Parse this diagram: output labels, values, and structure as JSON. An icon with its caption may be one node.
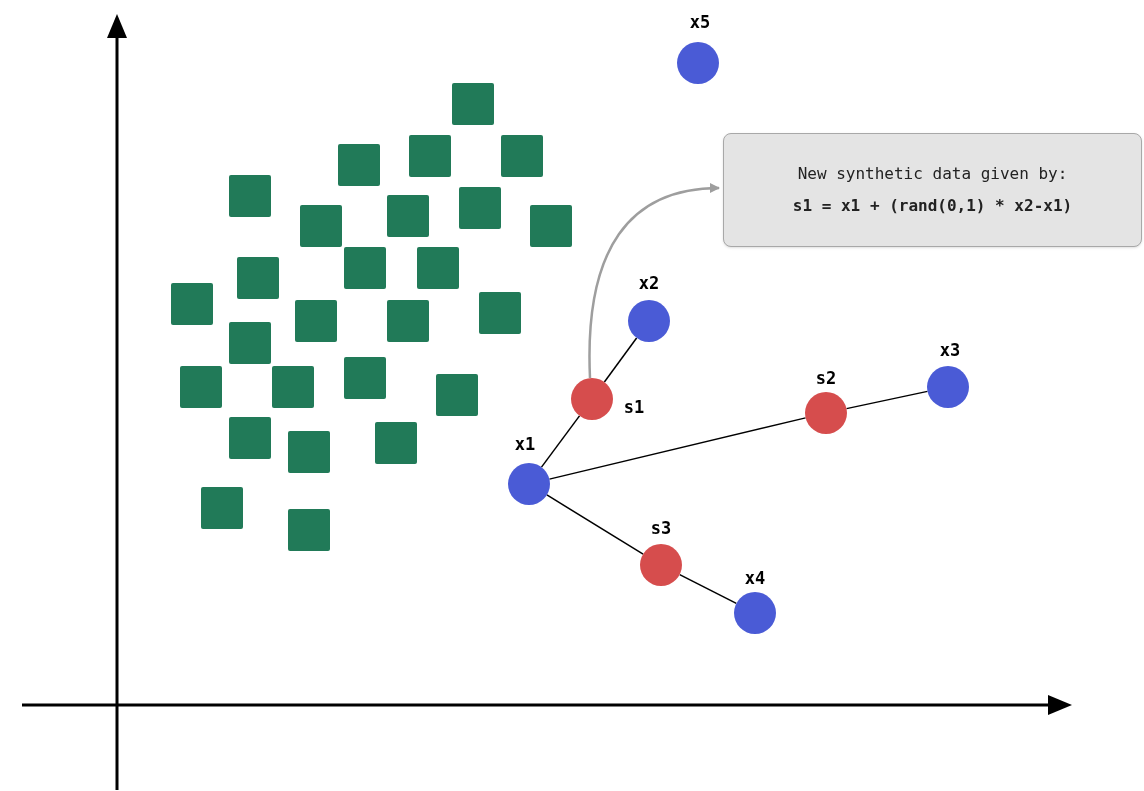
{
  "diagram": {
    "nodes": [
      {
        "text": [],
        "shape": "circle",
        "beside": [
          "x1"
        ]
      },
      {
        "text": [],
        "shape": "circle",
        "beside": [
          "x2"
        ]
      },
      {
        "text": [],
        "shape": "circle",
        "beside": [
          "x3"
        ]
      },
      {
        "text": [],
        "shape": "circle",
        "beside": [
          "x4"
        ]
      },
      {
        "text": [],
        "shape": "circle",
        "beside": [
          "x5"
        ]
      },
      {
        "text": [],
        "shape": "circle",
        "beside": [
          "s1"
        ]
      },
      {
        "text": [],
        "shape": "circle",
        "beside": [
          "s2"
        ]
      },
      {
        "text": [],
        "shape": "circle",
        "beside": [
          "s3"
        ]
      },
      {
        "text": [
          "New synthetic data given by:",
          "s1 = x1 + (rand(0,1) * x2-x1)"
        ]
      }
    ],
    "edges": [
      {
        "from": 0,
        "to": 5,
        "arrow": "none"
      },
      {
        "from": 5,
        "to": 1,
        "arrow": "none"
      },
      {
        "from": 0,
        "to": 6,
        "arrow": "none"
      },
      {
        "from": 6,
        "to": 2,
        "arrow": "none"
      },
      {
        "from": 0,
        "to": 7,
        "arrow": "none"
      },
      {
        "from": 7,
        "to": 3,
        "arrow": "none"
      },
      {
        "from": 5,
        "to": 8,
        "arrow": "to",
        "color": "#9e9e9e"
      }
    ]
  }
}
